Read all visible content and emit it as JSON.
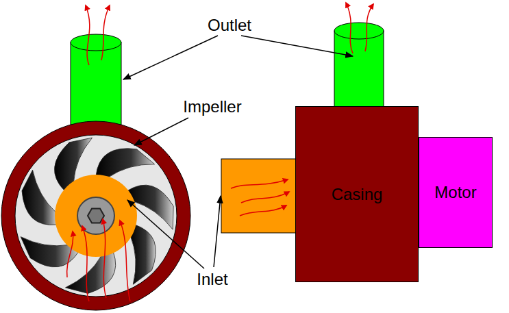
{
  "diagram": {
    "nodes": [
      {
        "text": [
          "Casing"
        ]
      },
      {
        "text": [
          "Motor"
        ]
      }
    ],
    "labels": [
      "Outlet",
      "Impeller",
      "Inlet"
    ]
  }
}
